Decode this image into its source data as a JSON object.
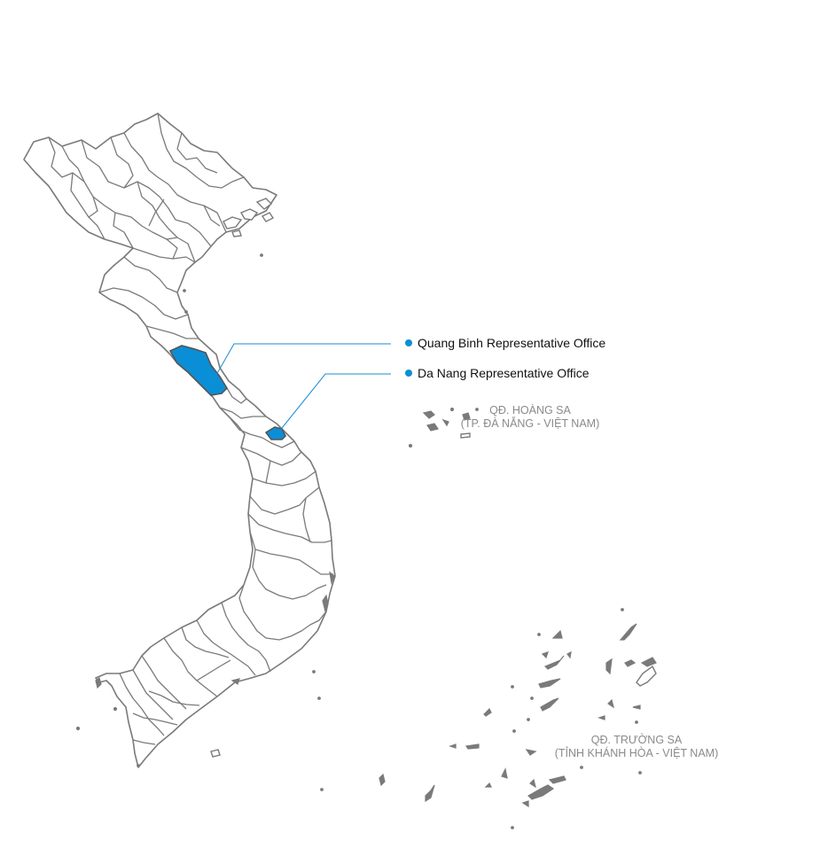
{
  "highlight_color": "#0a8fd6",
  "leader_color": "#1a8cd0",
  "offices": [
    {
      "id": "quang-binh",
      "label": "Quang Binh Representative Office"
    },
    {
      "id": "da-nang",
      "label": "Da Nang Representative Office"
    }
  ],
  "archipelagos": [
    {
      "id": "hoang-sa",
      "line1": "QĐ. HOÀNG SA",
      "line2": "(TP. ĐÀ NẴNG - VIỆT NAM)"
    },
    {
      "id": "truong-sa",
      "line1": "QĐ. TRƯỜNG SA",
      "line2": "(TỈNH KHÁNH HÒA - VIỆT NAM)"
    }
  ]
}
